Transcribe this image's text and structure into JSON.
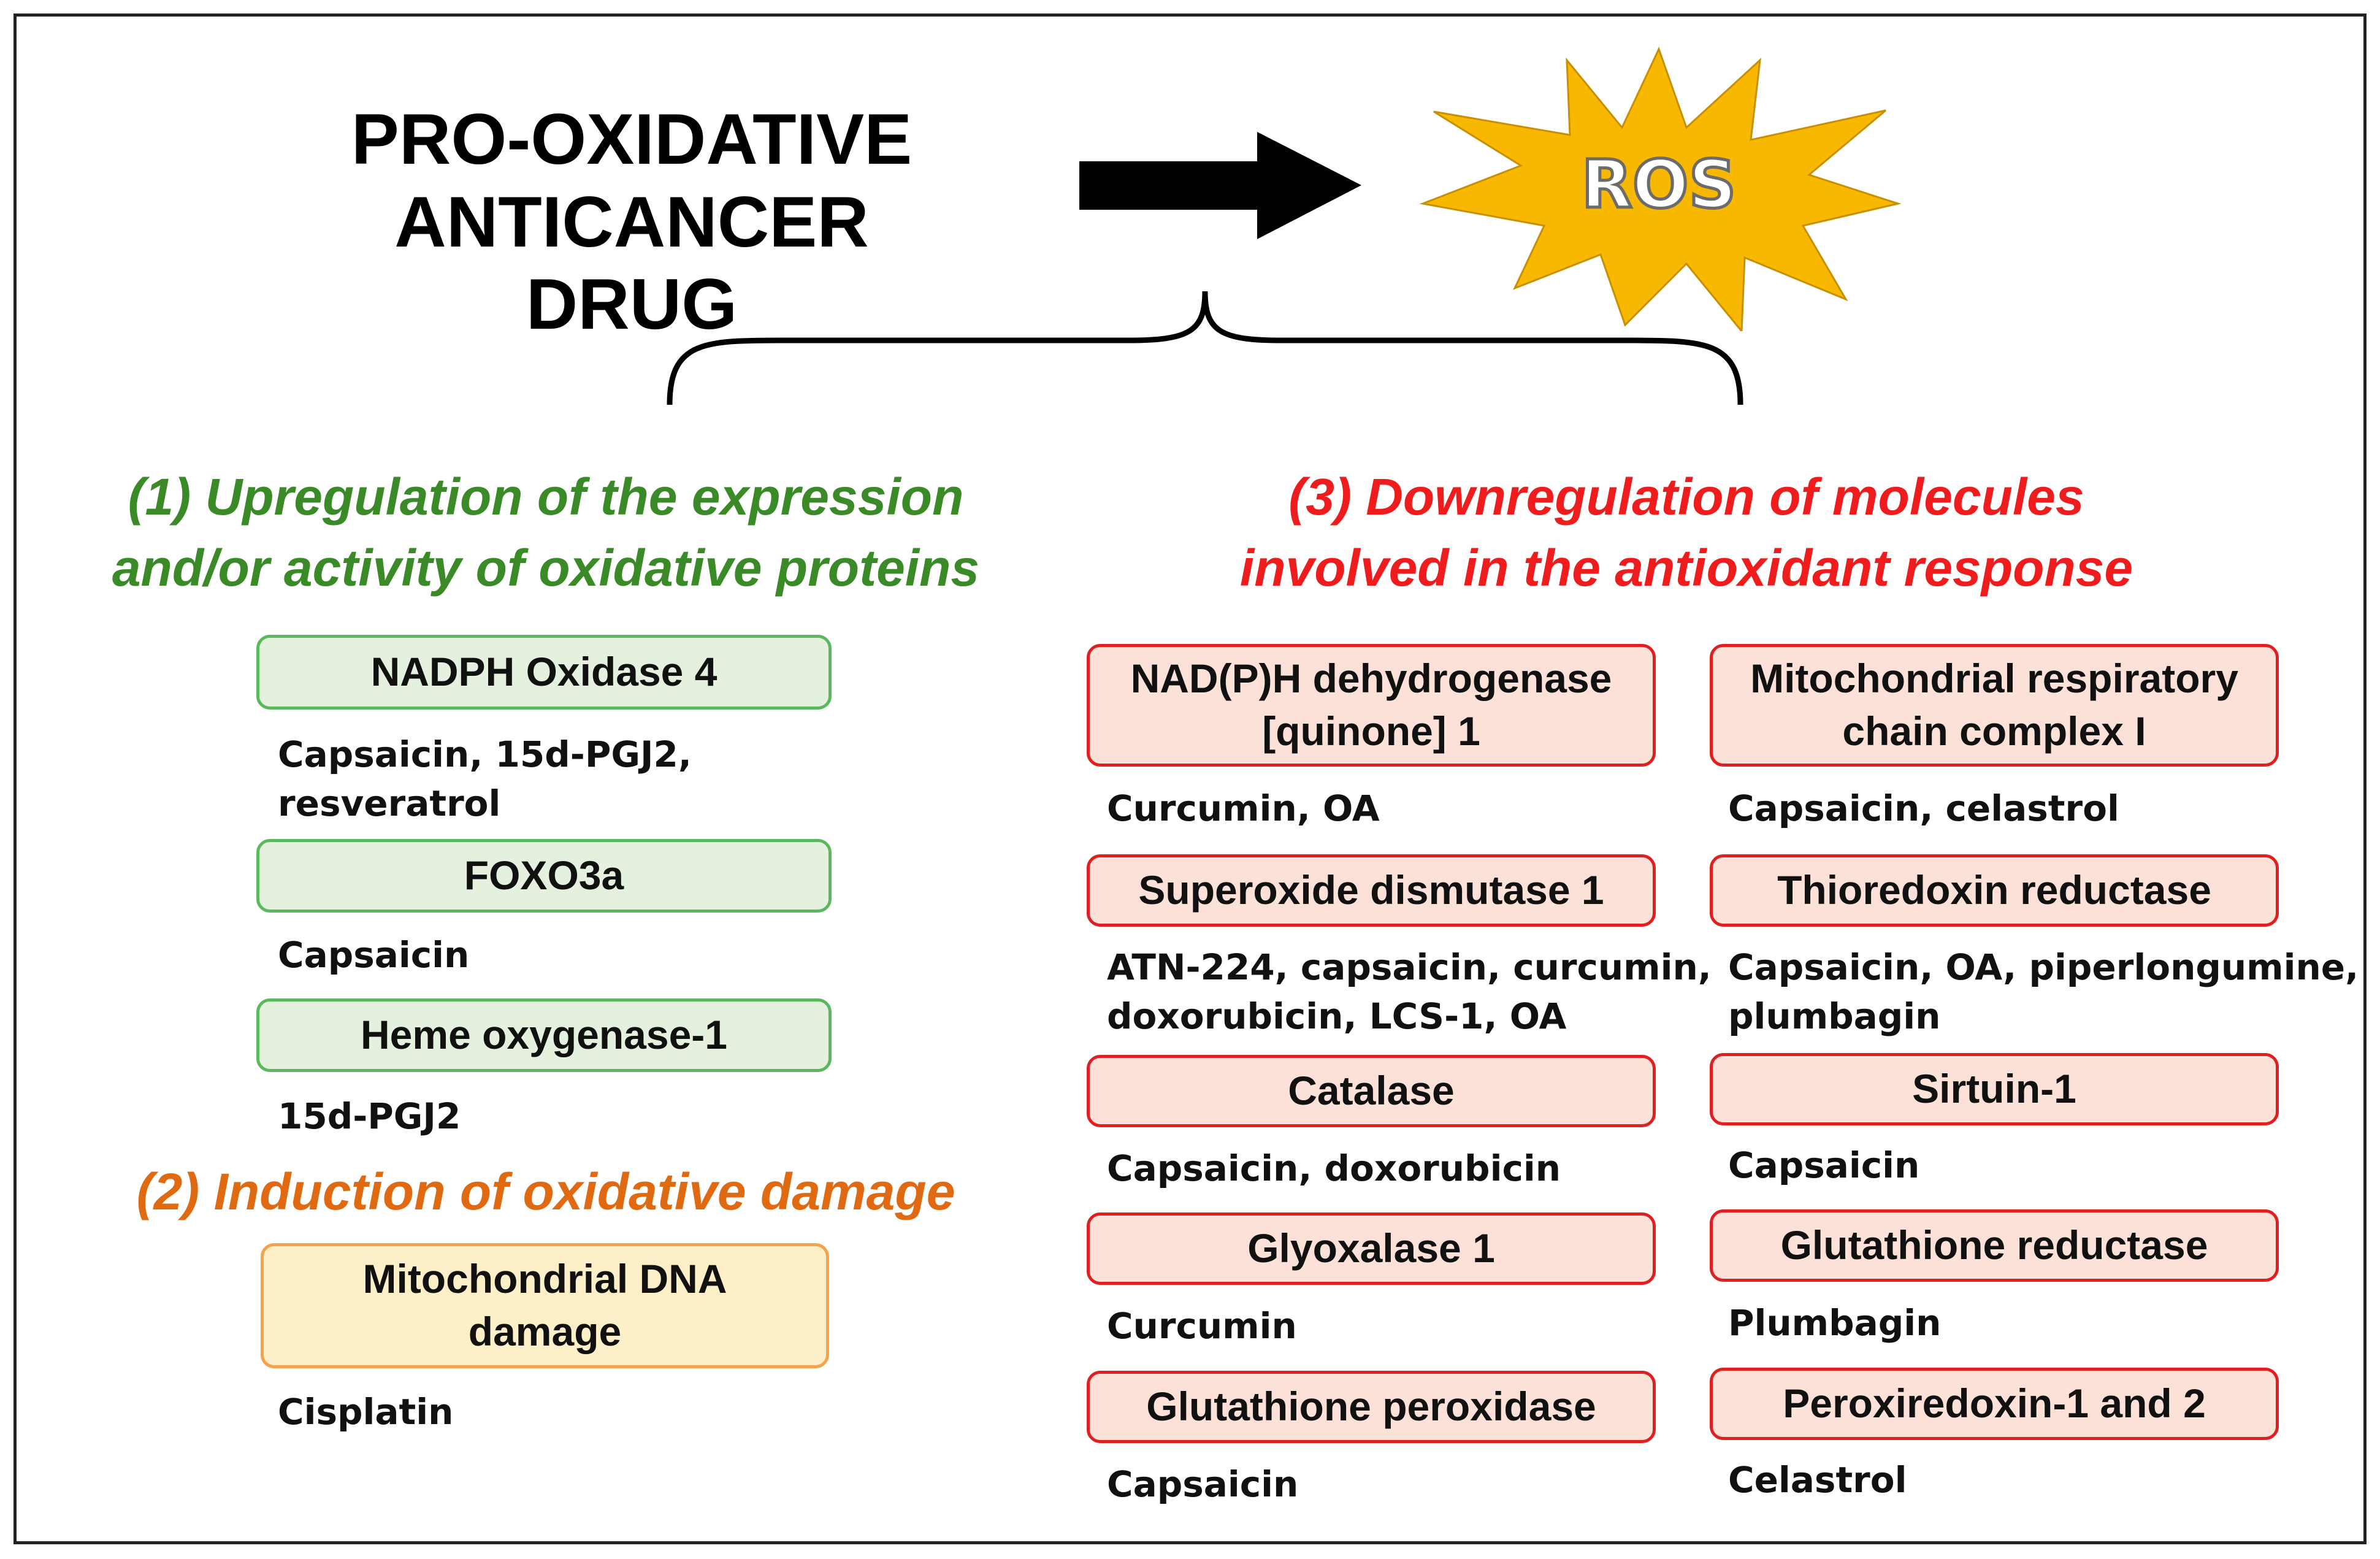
{
  "header": {
    "drug_line1": "PRO-OXIDATIVE",
    "drug_line2": "ANTICANCER DRUG",
    "ros_label": "ROS"
  },
  "colors": {
    "green": "#3a8a28",
    "orange": "#e06a12",
    "red": "#ee1c1c",
    "star_fill": "#f8b800"
  },
  "section1": {
    "heading_line1": "(1) Upregulation of the expression",
    "heading_line2": "and/or activity of oxidative proteins",
    "items": [
      {
        "label": "NADPH Oxidase 4",
        "drugs_line1": "Capsaicin, 15d-PGJ2,",
        "drugs_line2": "resveratrol"
      },
      {
        "label": "FOXO3a",
        "drugs_line1": "Capsaicin"
      },
      {
        "label": "Heme oxygenase-1",
        "drugs_line1": "15d-PGJ2"
      }
    ]
  },
  "section2": {
    "heading": "(2) Induction of oxidative damage",
    "items": [
      {
        "label_line1": "Mitochondrial DNA",
        "label_line2": "damage",
        "drugs_line1": "Cisplatin"
      }
    ]
  },
  "section3": {
    "heading_line1": "(3) Downregulation of molecules",
    "heading_line2": "involved in the antioxidant response",
    "left_items": [
      {
        "label_line1": "NAD(P)H dehydrogenase",
        "label_line2": "[quinone] 1",
        "drugs_line1": "Curcumin, OA"
      },
      {
        "label_line1": "Superoxide dismutase 1",
        "drugs_line1": "ATN-224, capsaicin, curcumin,",
        "drugs_line2": "doxorubicin, LCS-1, OA"
      },
      {
        "label_line1": "Catalase",
        "drugs_line1": "Capsaicin, doxorubicin"
      },
      {
        "label_line1": "Glyoxalase 1",
        "drugs_line1": "Curcumin"
      },
      {
        "label_line1": "Glutathione peroxidase",
        "drugs_line1": "Capsaicin"
      }
    ],
    "right_items": [
      {
        "label_line1": "Mitochondrial respiratory",
        "label_line2": "chain complex I",
        "drugs_line1": "Capsaicin, celastrol"
      },
      {
        "label_line1": "Thioredoxin reductase",
        "drugs_line1": "Capsaicin, OA, piperlongumine,",
        "drugs_line2": "plumbagin"
      },
      {
        "label_line1": "Sirtuin-1",
        "drugs_line1": "Capsaicin"
      },
      {
        "label_line1": "Glutathione reductase",
        "drugs_line1": "Plumbagin"
      },
      {
        "label_line1": "Peroxiredoxin-1 and 2",
        "drugs_line1": "Celastrol"
      }
    ]
  }
}
